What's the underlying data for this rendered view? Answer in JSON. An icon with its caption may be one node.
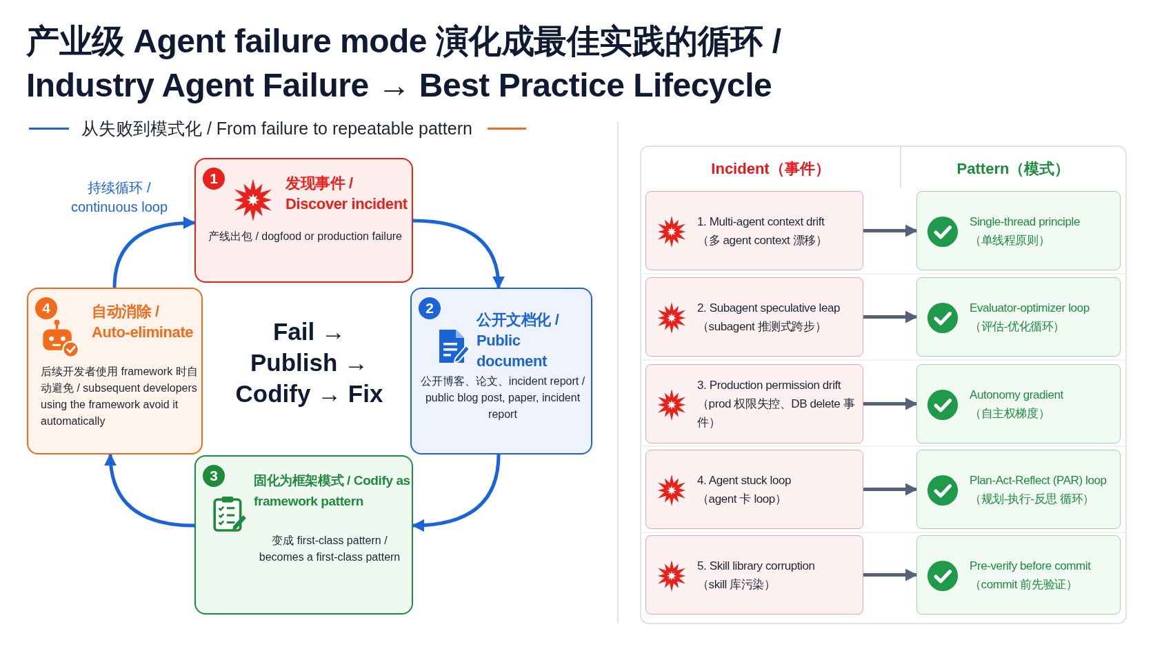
{
  "diagram": {
    "title": "产业级 Agent failure mode 演化成最佳实践的循环 / Industry Agent Failure → Best Practice Lifecycle",
    "nodes": [
      {
        "text": [
          "1",
          "发现事件 / Discover incident",
          "产线出包 / dogfood or production failure"
        ]
      },
      {
        "text": [
          "2",
          "公开文档化 / Public document",
          "公开博客、论文、incident report / public blog post, paper, incident report"
        ]
      },
      {
        "text": [
          "3",
          "固化为框架模式 / Codify as framework pattern",
          "变成 first-class pattern / becomes a first-class pattern"
        ]
      },
      {
        "text": [
          "4",
          "自动消除 / Auto-eliminate",
          "后续开发者使用 framework 时自动避免 / subsequent developers using the framework avoid it automatically"
        ]
      },
      {
        "text": [
          "1. Multi-agent context drift",
          "（多 agent context 漂移）"
        ]
      },
      {
        "text": [
          "Single-thread principle",
          "（单线程原则）"
        ]
      },
      {
        "text": [
          "2. Subagent speculative leap",
          "（subagent 推测式跨步）"
        ]
      },
      {
        "text": [
          "Evaluator-optimizer loop",
          "（评估-优化循环）"
        ]
      },
      {
        "text": [
          "3. Production permission drift",
          "（prod 权限失控、DB delete 事件）"
        ]
      },
      {
        "text": [
          "Autonomy gradient",
          "（自主权梯度）"
        ]
      },
      {
        "text": [
          "4. Agent stuck loop",
          "（agent 卡 loop）"
        ]
      },
      {
        "text": [
          "Plan-Act-Reflect (PAR) loop",
          "（规划-执行-反思 循环）"
        ]
      },
      {
        "text": [
          "5. Skill library corruption",
          "（skill 库污染）"
        ]
      },
      {
        "text": [
          "Pre-verify before commit",
          "（commit 前先验证）"
        ]
      }
    ],
    "edges": [
      {
        "from": 0,
        "to": 1,
        "arrow": "to",
        "color": "#1b64d8"
      },
      {
        "from": 1,
        "to": 2,
        "arrow": "to",
        "color": "#1b64d8"
      },
      {
        "from": 2,
        "to": 3,
        "arrow": "to",
        "color": "#1b64d8"
      },
      {
        "from": 3,
        "to": 0,
        "arrow": "to",
        "color": "#1b64d8"
      },
      {
        "from": 4,
        "to": 5,
        "arrow": "to"
      },
      {
        "from": 6,
        "to": 7,
        "arrow": "to"
      },
      {
        "from": 8,
        "to": 9,
        "arrow": "to"
      },
      {
        "from": 10,
        "to": 11,
        "arrow": "to"
      },
      {
        "from": 12,
        "to": 13,
        "arrow": "to"
      }
    ],
    "labels": [
      "从失败到模式化 / From failure to repeatable pattern",
      "持续循环 / continuous loop",
      "Fail → Publish → Codify → Fix",
      "Incident（事件）",
      "Pattern（模式）"
    ]
  }
}
